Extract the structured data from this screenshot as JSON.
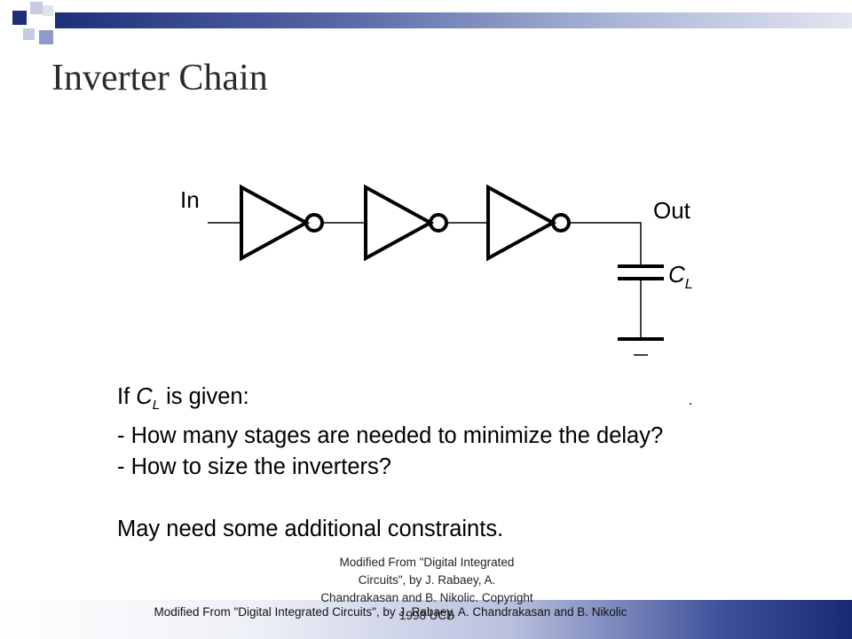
{
  "slide": {
    "title": "Inverter Chain",
    "diagram": {
      "in_label": "In",
      "out_label": "Out",
      "cap_label": "C",
      "cap_subscript": "L"
    },
    "body": {
      "line1_prefix": "If ",
      "line1_var": "C",
      "line1_sub": "L",
      "line1_suffix": " is given:",
      "line2": "- How many stages are needed to minimize the delay?",
      "line3": "- How to size the inverters?",
      "line4": "May need some additional constraints."
    },
    "footer_overlay": {
      "line1": "Modified From \"Digital Integrated",
      "line2": "Circuits\", by J. Rabaey, A.",
      "line3": "Chandrakasan and B. Nikolic. Copyright",
      "line4": "1998 UCB"
    },
    "footer_main": "Modified From \"Digital Integrated Circuits\", by J. Rabaey, A. Chandrakasan and B. Nikolic"
  },
  "colors": {
    "accent_dark": "#1e2f7a",
    "accent_light": "#8e9ac8"
  }
}
